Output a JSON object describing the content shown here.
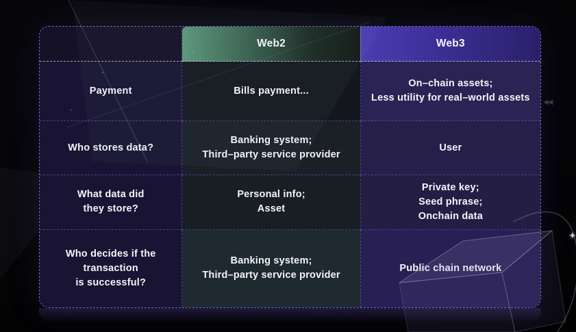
{
  "table": {
    "header": {
      "corner": "",
      "web2": "Web2",
      "web3": "Web3"
    },
    "rows": [
      {
        "label": "Payment",
        "web2": "Bills payment...",
        "web3": "On–chain assets;\nLess utility for real–world assets"
      },
      {
        "label": "Who stores data?",
        "web2": "Banking system;\nThird–party service provider",
        "web3": "User"
      },
      {
        "label": "What data did\nthey store?",
        "web2": "Personal info;\nAsset",
        "web3": "Private key;\nSeed phrase;\nOnchain data"
      },
      {
        "label": "Who decides if the\ntransaction\nis successful?",
        "web2": "Banking system;\nThird–party service provider",
        "web3": "Public chain network"
      }
    ]
  },
  "chart_data": {
    "type": "table",
    "title": "",
    "columns": [
      "",
      "Web2",
      "Web3"
    ],
    "rows": [
      [
        "Payment",
        "Bills payment...",
        "On–chain assets; Less utility for real–world assets"
      ],
      [
        "Who stores data?",
        "Banking system; Third–party service provider",
        "User"
      ],
      [
        "What data did they store?",
        "Personal info; Asset",
        "Private key; Seed phrase; Onchain data"
      ],
      [
        "Who decides if the transaction is successful?",
        "Banking system; Third–party service provider",
        "Public chain network"
      ]
    ],
    "legend_position": "none",
    "grid": "dashed"
  },
  "decor": {
    "sparkle_icon": "✦",
    "rewind_icon": "◀◀"
  },
  "colors": {
    "web2_header_green": "#4f8367",
    "web3_header_purple": "#4c3db2",
    "border_purple": "#6e62d2",
    "inner_border_purple": "#685ed5",
    "header_divider_white": "#e2e1f0",
    "text": "#f4f4f7",
    "background": "#050507"
  }
}
